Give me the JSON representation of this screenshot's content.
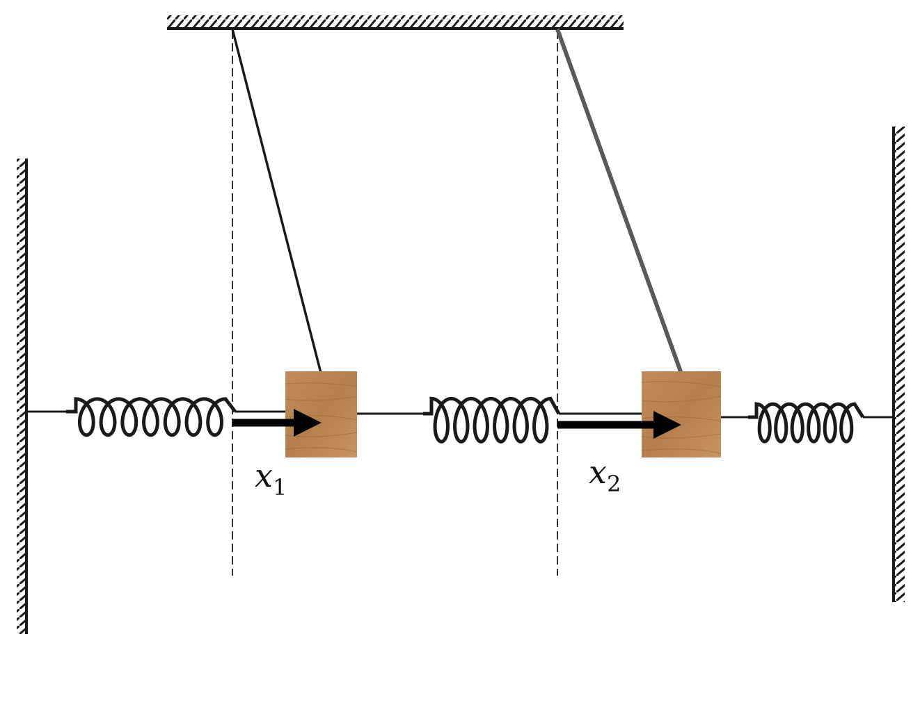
{
  "labels": {
    "x1": {
      "base": "x",
      "sub": "1"
    },
    "x2": {
      "base": "x",
      "sub": "2"
    }
  },
  "colors": {
    "ink": "#1a1a1a",
    "rod2": "#5a5a5a",
    "block": "#b98554",
    "block_grain": "#9c6b3d",
    "dash": "#333333"
  }
}
